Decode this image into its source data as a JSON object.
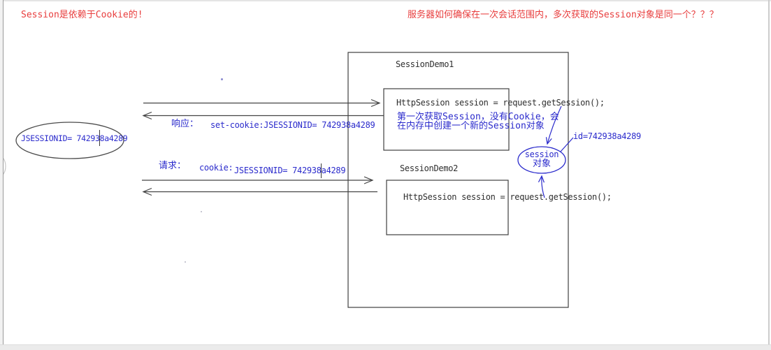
{
  "titles": {
    "left_note": "Session是依赖于Cookie的!",
    "right_question": "服务器如何确保在一次会话范围内，多次获取的Session对象是同一个？？？"
  },
  "browser": {
    "cookie_text": "JSESSIONID= 742938a4289"
  },
  "response": {
    "label": "响应：",
    "value": "set-cookie:JSESSIONID= 742938a4289"
  },
  "request": {
    "label": "请求：",
    "prefix": "cookie:",
    "value": "JSESSIONID= 742938a4289"
  },
  "server": {
    "demo1": {
      "title": "SessionDemo1",
      "code": "HttpSession session = request.getSession();",
      "note_line1": "第一次获取Session，没有Cookie，会",
      "note_line2": "在内存中创建一个新的Session对象"
    },
    "demo2": {
      "title": "SessionDemo2",
      "code": "HttpSession session = request.getSession();"
    }
  },
  "session_object": {
    "name_line1": "session",
    "name_line2": "对象",
    "id_label": "id=742938a4289"
  },
  "colors": {
    "annotation_red": "#e83d3d",
    "annotation_blue": "#2b2bcc",
    "line_gray": "#444444"
  }
}
